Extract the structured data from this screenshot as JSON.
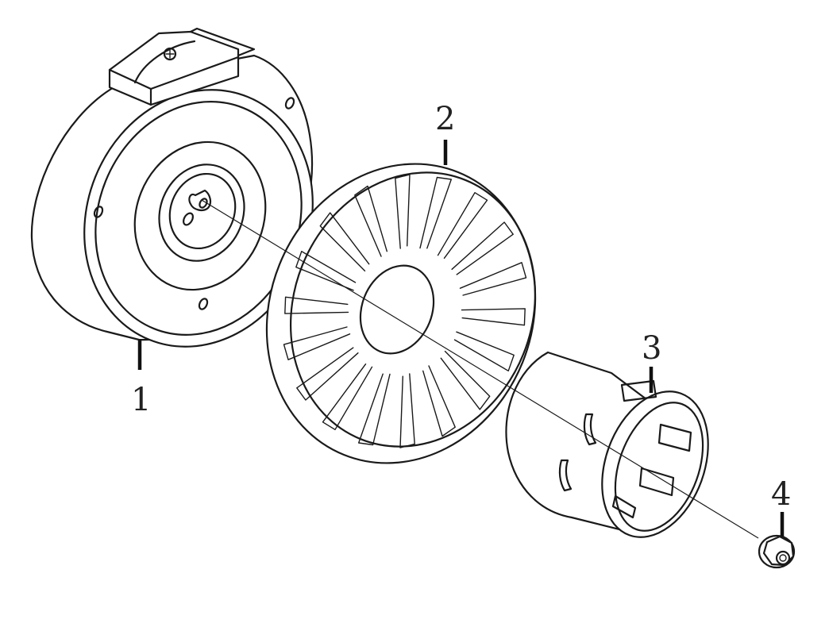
{
  "diagram": {
    "callouts": [
      {
        "id": "1",
        "label": "1"
      },
      {
        "id": "2",
        "label": "2"
      },
      {
        "id": "3",
        "label": "3"
      },
      {
        "id": "4",
        "label": "4"
      }
    ],
    "parts": [
      {
        "callout": "1",
        "name": "flywheel-rotor"
      },
      {
        "callout": "2",
        "name": "cooling-fan"
      },
      {
        "callout": "3",
        "name": "starter-cup"
      },
      {
        "callout": "4",
        "name": "flange-nut"
      }
    ],
    "colors": {
      "line": "#1a1a1a",
      "background": "#ffffff"
    }
  }
}
